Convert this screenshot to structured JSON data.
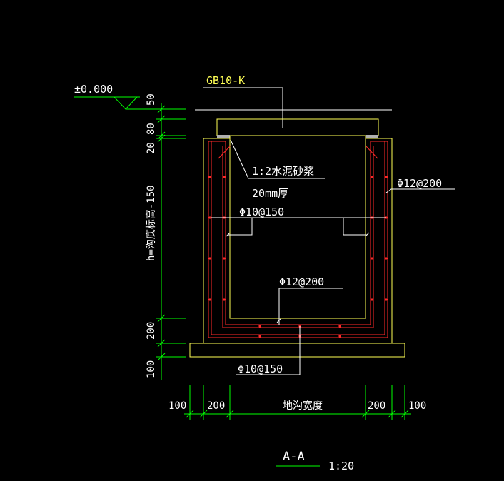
{
  "drawing": {
    "level_mark": "±0.000",
    "cover_label": "GB10-K",
    "mortar_label": "1:2水泥砂浆",
    "mortar_thickness": "20mm厚",
    "rebar_wall_outer": "Φ12@200",
    "rebar_wall_inner": "Φ10@150",
    "rebar_bottom_inner": "Φ12@200",
    "rebar_bottom_outer": "Φ10@150",
    "section_title": "A-A",
    "scale": "1:20"
  },
  "vertical_dims": {
    "d50": "50",
    "d80": "80",
    "d20": "20",
    "h_label": "h=沟底标高-150",
    "d200": "200",
    "d100": "100"
  },
  "horizontal_dims": {
    "left_100": "100",
    "left_200": "200",
    "center": "地沟宽度",
    "right_200": "200",
    "right_100": "100"
  },
  "colors": {
    "background": "#000000",
    "concrete": "#ffff55",
    "rebar": "#ff2a2a",
    "dimension": "#00ff00",
    "leader": "#ffffff",
    "cover_pad": "#b0b0b0"
  }
}
